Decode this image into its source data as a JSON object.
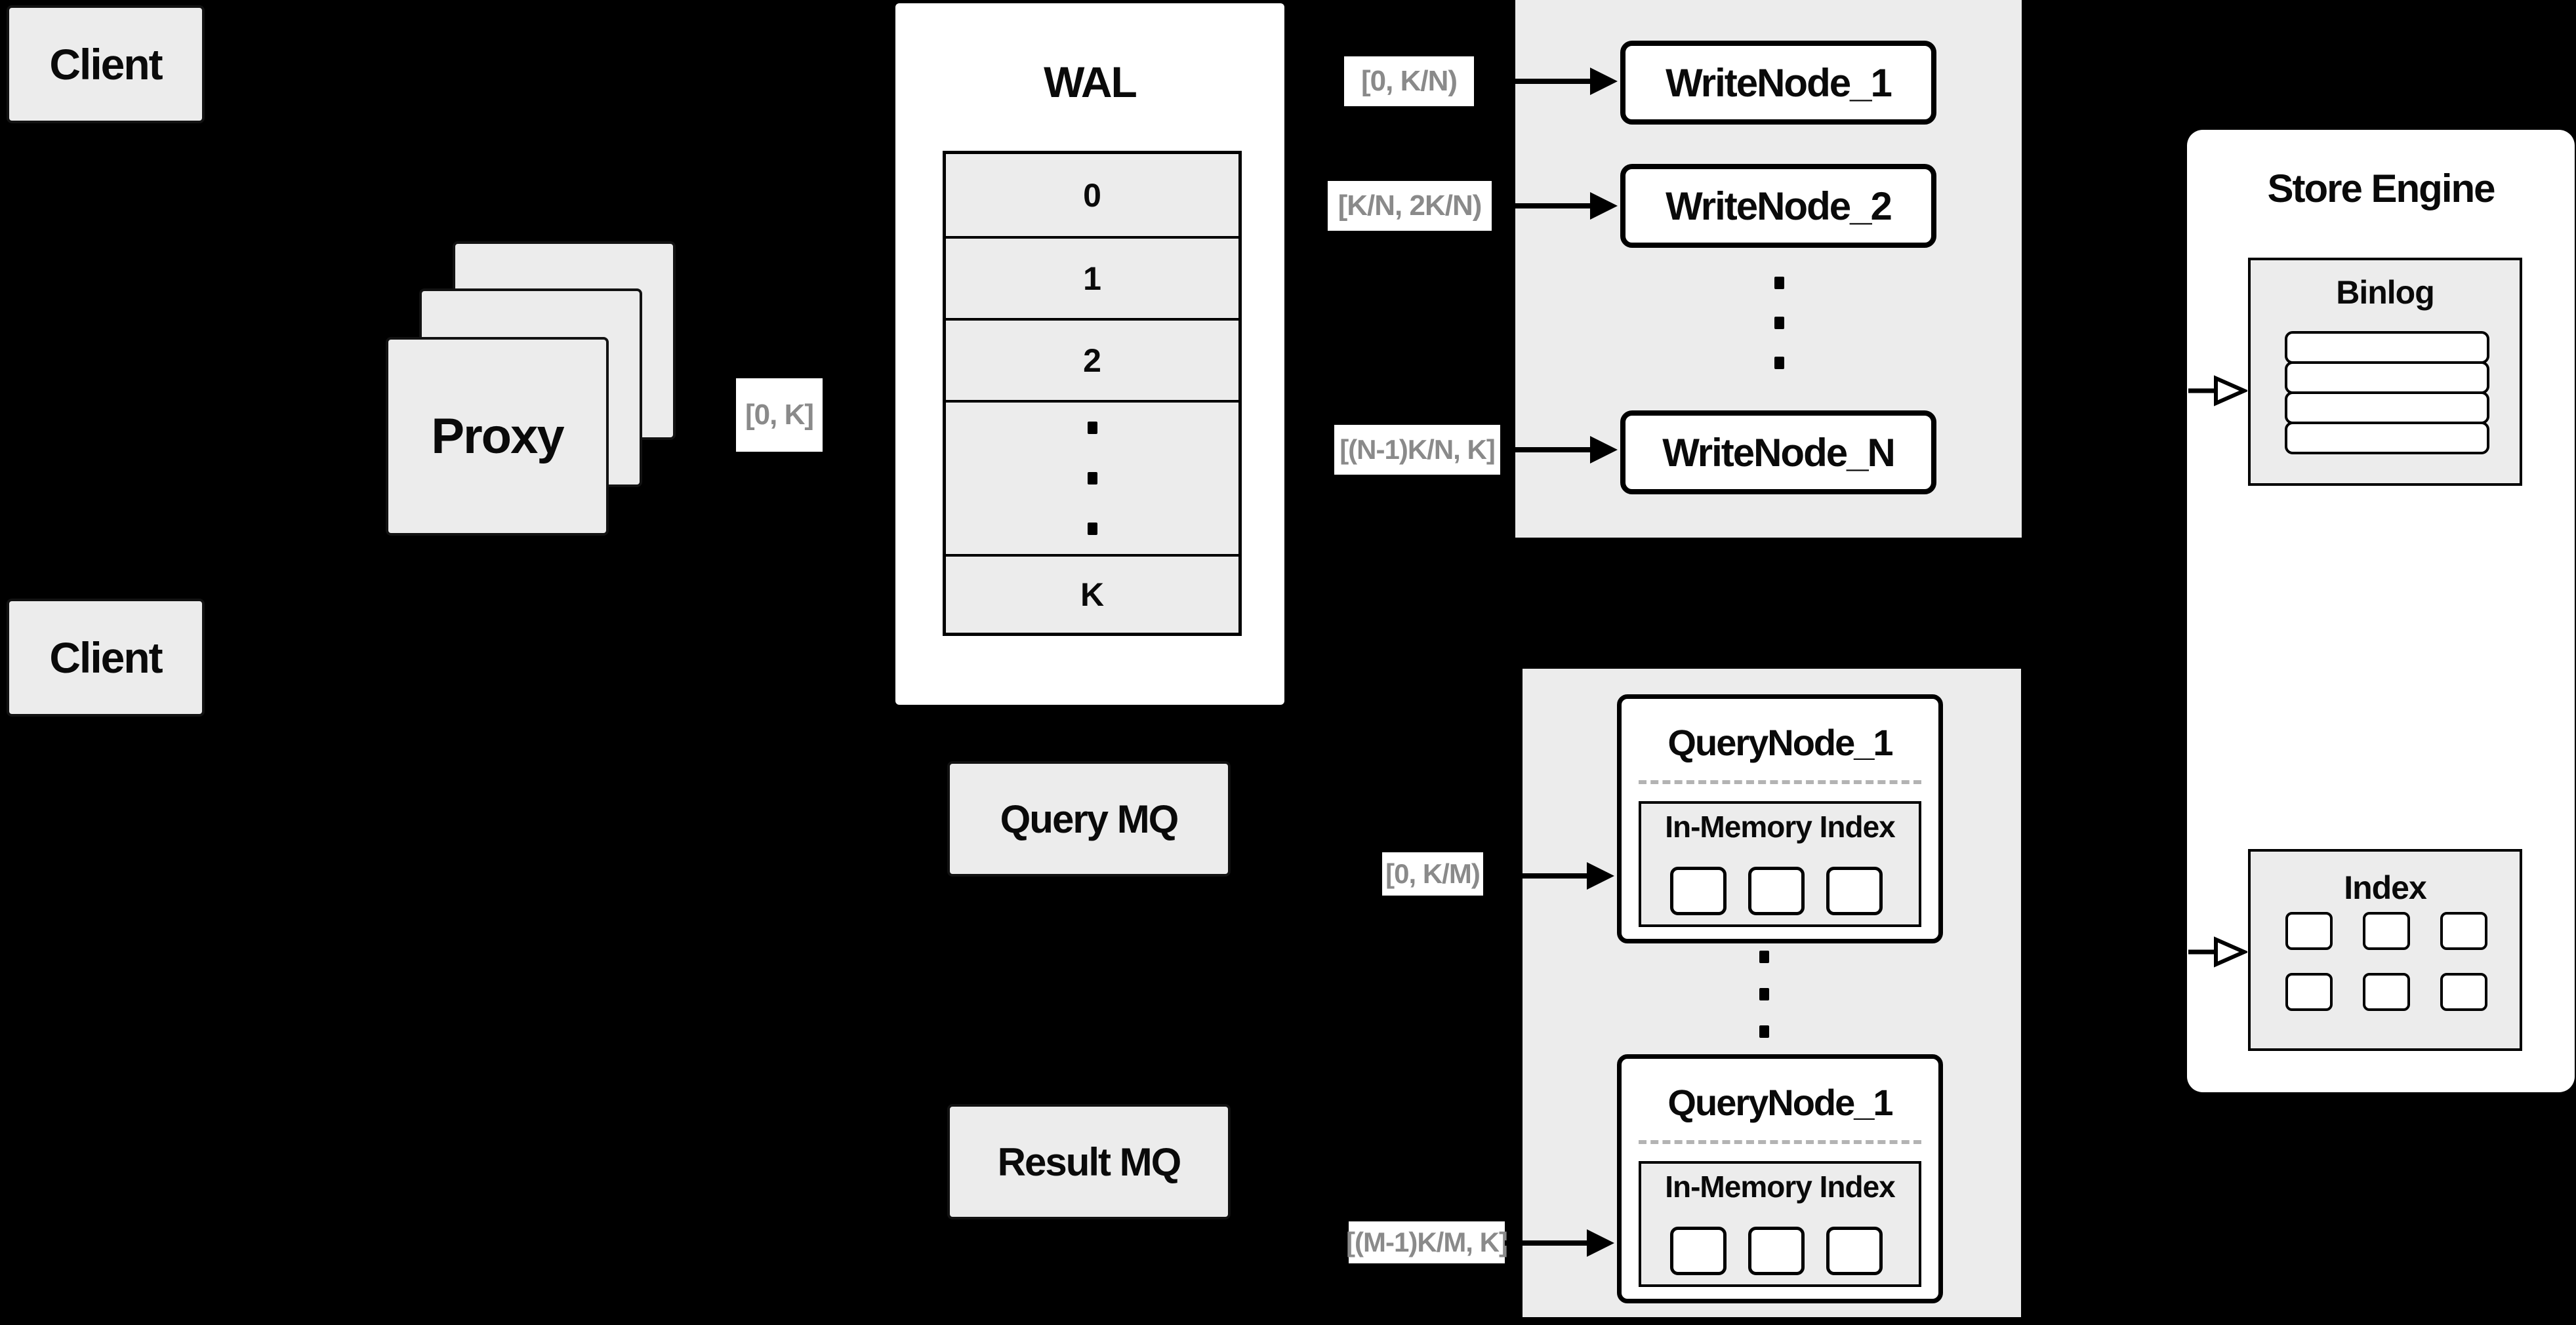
{
  "background": "#000000",
  "colors": {
    "panel_gray": "#ececec",
    "box_white": "#ffffff",
    "line_black": "#000000",
    "range_label_text": "#8a8a8a",
    "dashed_divider": "#b3b3b3"
  },
  "clients": {
    "top_label": "Client",
    "bottom_label": "Client"
  },
  "proxy": {
    "label": "Proxy",
    "range": "[0, K]",
    "stack_count": 3
  },
  "wal": {
    "title": "WAL",
    "segments": [
      "0",
      "1",
      "2"
    ],
    "last_segment": "K",
    "ellipsis_dots": 3
  },
  "write_section": {
    "ranges": [
      "[0,  K/N)",
      "[K/N, 2K/N)",
      "[(N-1)K/N,  K]"
    ],
    "nodes": [
      "WriteNode_1",
      "WriteNode_2",
      "WriteNode_N"
    ],
    "ellipsis_dots": 3
  },
  "store_engine": {
    "title": "Store Engine",
    "binlog": {
      "title": "Binlog",
      "rows": 4
    },
    "index": {
      "title": "Index",
      "cells": 6
    }
  },
  "query_section": {
    "query_mq": "Query MQ",
    "result_mq": "Result MQ",
    "ranges": [
      "[0, K/M)",
      "[(M-1)K/M, K]"
    ],
    "nodes": [
      {
        "title": "QueryNode_1",
        "memory_index": "In-Memory Index",
        "cells": 3
      },
      {
        "title": "QueryNode_1",
        "memory_index": "In-Memory Index",
        "cells": 3
      }
    ],
    "ellipsis_dots": 3
  }
}
